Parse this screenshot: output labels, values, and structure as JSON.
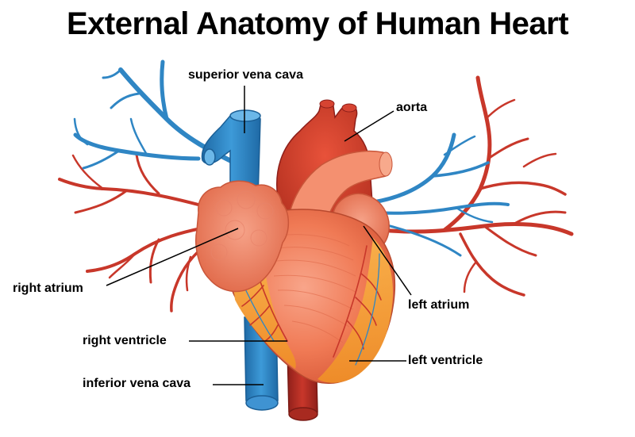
{
  "title": "External Anatomy of Human Heart",
  "labels": {
    "superior_vena_cava": "superior vena cava",
    "aorta": "aorta",
    "right_atrium": "right atrium",
    "left_atrium": "left atrium",
    "right_ventricle": "right ventricle",
    "left_ventricle": "left ventricle",
    "inferior_vena_cava": "inferior vena cava"
  },
  "colors": {
    "vein_blue": "#2f86c4",
    "artery_red": "#c8372a",
    "heart_orange": "#f07a55",
    "ventricle_gold": "#f4a12f",
    "text": "#000000"
  }
}
